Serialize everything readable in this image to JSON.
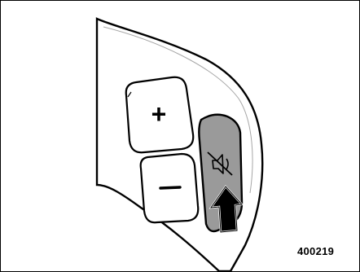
{
  "figure": {
    "id_label": "400219",
    "buttons": [
      {
        "name": "volume-up",
        "symbol": "+"
      },
      {
        "name": "volume-down",
        "symbol": "−"
      },
      {
        "name": "mute",
        "symbol": "speaker-muted-icon",
        "highlighted": true
      }
    ],
    "indicator": "press-arrow-icon",
    "colors": {
      "outline": "#000000",
      "panel": "#ffffff",
      "mute_button": "#9a9a9a",
      "arrow": "#000000"
    }
  }
}
